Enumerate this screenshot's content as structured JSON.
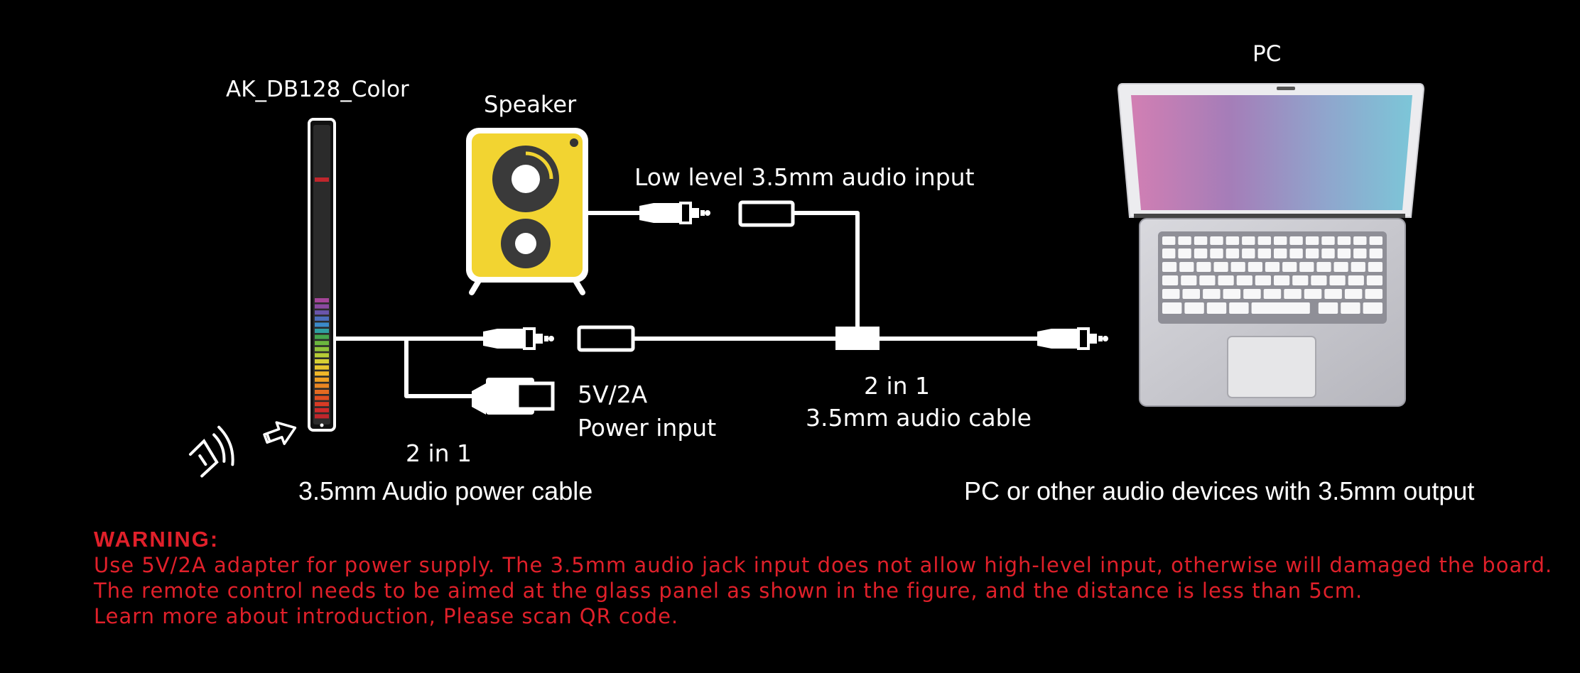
{
  "colors": {
    "background": "#000000",
    "line": "#ffffff",
    "warning": "#e0202a",
    "speaker_body": "#f2d431",
    "speaker_cone": "#3a3a3a"
  },
  "device": {
    "name": "AK_DB128_Color",
    "meter_colors": [
      "#c0262c",
      "#cf2a2a",
      "#d83b25",
      "#e04e22",
      "#e46a21",
      "#ea8622",
      "#efa023",
      "#f0b729",
      "#e8c62e",
      "#d6cf34",
      "#b6cc36",
      "#8fc23a",
      "#6bb63e",
      "#45a74d",
      "#2f9fa0",
      "#3b8ac9",
      "#4c6fbd",
      "#6a55ac",
      "#8a4aa1",
      "#a44599"
    ],
    "peak_color": "#c0262c"
  },
  "speaker": {
    "label": "Speaker",
    "input_label": "Low level 3.5mm audio input"
  },
  "pc": {
    "label": "PC",
    "caption": "PC or other audio devices with 3.5mm output"
  },
  "power": {
    "label_line1": "5V/2A",
    "label_line2": "Power input"
  },
  "cable_left": {
    "line1": "2 in 1",
    "line2": "3.5mm Audio power cable"
  },
  "cable_mid": {
    "line1": "2 in 1",
    "line2": "3.5mm audio cable"
  },
  "icons": {
    "remote": "remote-control-icon",
    "pointer": "pointing-hand-icon"
  },
  "warning": {
    "title": "WARNING:",
    "lines": [
      "Use 5V/2A adapter for power supply. The 3.5mm audio jack input does not allow high-level input, otherwise will damaged the board.",
      "The remote control needs to be aimed at the glass panel as shown in the figure, and the distance is less than 5cm.",
      "Learn more about introduction, Please scan QR code."
    ]
  }
}
